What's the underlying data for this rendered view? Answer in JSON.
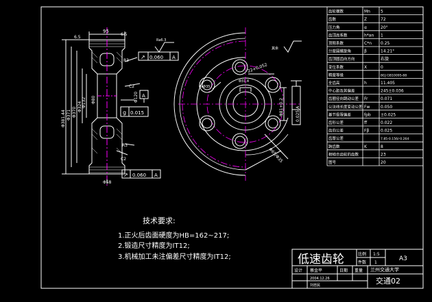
{
  "params": [
    {
      "label": "齿轮模数",
      "sym": "Mn",
      "val": "5"
    },
    {
      "label": "齿数",
      "sym": "Z",
      "val": "72"
    },
    {
      "label": "压力角",
      "sym": "α",
      "val": "20°"
    },
    {
      "label": "齿顶高系数",
      "sym": "h*an",
      "val": "1"
    },
    {
      "label": "顶隙系数",
      "sym": "C*n",
      "val": "0.25"
    },
    {
      "label": "分度圆螺旋角",
      "sym": "β",
      "val": "14.21°"
    },
    {
      "label": "齿顶圆齿向方向",
      "sym": "",
      "val": "右旋"
    },
    {
      "label": "变位系数",
      "sym": "X",
      "val": "0"
    },
    {
      "label": "精度等级",
      "sym": "",
      "val": "8GJ GB10095-88"
    },
    {
      "label": "全齿高",
      "sym": "h",
      "val": "11.405"
    },
    {
      "label": "中心距及其偏差",
      "sym": "",
      "val": "245±0.036"
    },
    {
      "label": "齿圈径向跳动公差",
      "sym": "Fr",
      "val": "0.071"
    },
    {
      "label": "公法线长度变动公差",
      "sym": "Fw",
      "val": "0.050"
    },
    {
      "label": "基节极限偏差",
      "sym": "fpb",
      "val": "±0.025"
    },
    {
      "label": "齿形公差",
      "sym": "ff",
      "val": "0.022"
    },
    {
      "label": "齿向公差",
      "sym": "Fβ",
      "val": "0.025"
    },
    {
      "label": "齿厚公差",
      "sym": "",
      "val": "7.85-0.156/-0.264"
    },
    {
      "label": "跨齿数",
      "sym": "K",
      "val": "8"
    },
    {
      "label": "相啮合齿轮的齿数",
      "sym": "",
      "val": "23"
    },
    {
      "label": "图号",
      "sym": "",
      "val": "20"
    }
  ],
  "section_view": {
    "top_dim": "95",
    "top_left_dim": "6.5",
    "chamfer_labels": [
      "R3",
      "C2",
      "R3",
      "C2"
    ],
    "dia_labels": [
      "Φ381.44",
      "Φ371",
      "Φ370",
      "Φ324",
      "Φ132",
      "Φ80"
    ],
    "tol_top": {
      "sym": "↗",
      "val": "0.060",
      "ref": "A"
    },
    "tol_mid": {
      "sym": "g",
      "val": "0.015"
    },
    "tol_bot": {
      "sym": "↗",
      "val": "0.060",
      "ref": "A"
    },
    "bottom_dim": "Φ58",
    "roughness_label": "Ra6.3",
    "bore_label": "Φ120",
    "datum_label": "A"
  },
  "face_view": {
    "keyway_dims": [
      "22+0.052",
      "Φ81+0.2"
    ],
    "slot_label": "Φ31.4",
    "tol_label": "0.025 A",
    "bolt_circle": "Φ65/Φ35",
    "hole_label": "6xΦ35",
    "rough_label": "其余"
  },
  "tech_req": {
    "title": "技术要求:",
    "items": [
      "1.正火后齿面硬度为HB=162~217;",
      "2.锻造尺寸精度为IT12;",
      "3.机械加工未注偏差尺寸精度为IT12;"
    ]
  },
  "title_block": {
    "name": "低速齿轮",
    "scale_label": "比例",
    "scale_val": "1:5",
    "qty_label": "件数",
    "qty_val": "1",
    "size": "A3",
    "designer_label": "设计",
    "designer": "蔡金平",
    "date_label": "日期",
    "weight_label": "重量",
    "date_val": "2004.12.26",
    "checker": "刘忠民",
    "school": "兰州交通大学",
    "class_label": "交通02"
  }
}
